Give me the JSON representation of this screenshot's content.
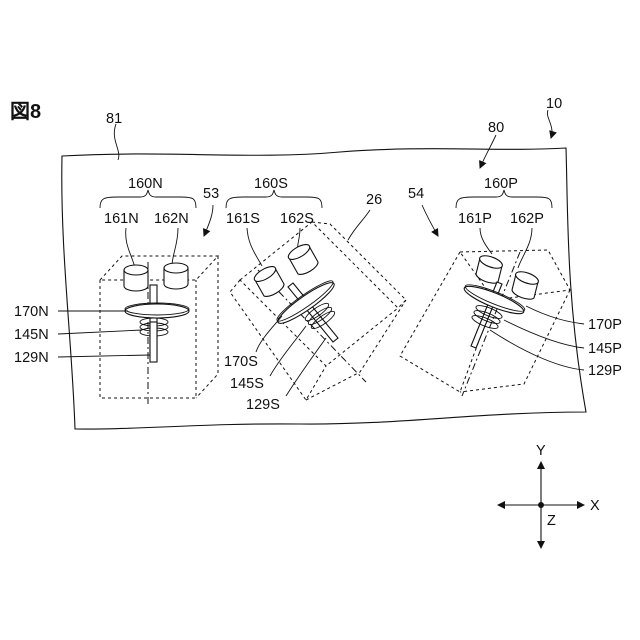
{
  "figure": {
    "title": "図8",
    "labels": {
      "device": "10",
      "sheet": "81",
      "surface": "80",
      "cover": "26",
      "group_n": "160N",
      "group_s": "160S",
      "group_p": "160P",
      "unit_n": "53",
      "unit_p": "54",
      "n161": "161N",
      "n162": "162N",
      "s161": "161S",
      "s162": "162S",
      "p161": "161P",
      "p162": "162P",
      "n170": "170N",
      "n145": "145N",
      "n129": "129N",
      "s170": "170S",
      "s145": "145S",
      "s129": "129S",
      "p170": "170P",
      "p145": "145P",
      "p129": "129P"
    },
    "axes": {
      "y": "Y",
      "x": "X",
      "z": "Z"
    }
  }
}
